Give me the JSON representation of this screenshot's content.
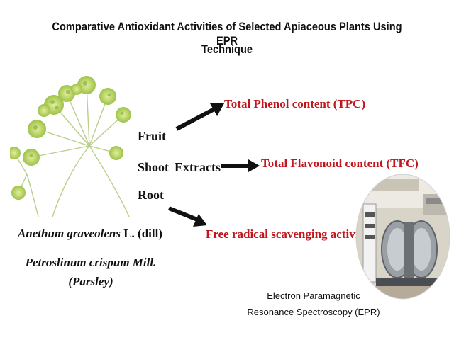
{
  "title": {
    "line1": "Comparative Antioxidant Activities of Selected Apiaceous Plants Using EPR",
    "line2": "Technique"
  },
  "plant_parts": [
    "Fruit",
    "Shoot",
    "Root"
  ],
  "extracts_label": "Extracts",
  "assays": {
    "tpc": "Total Phenol content (TPC)",
    "tfc": "Total Flavonoid content (TFC)",
    "radical": "Free radical scavenging activity"
  },
  "species": {
    "dill_name": "Anethum graveolens",
    "dill_authority": "L. (dill)",
    "parsley_line1": "Petroslinum crispum Mill.",
    "parsley_line2": "(Parsley)"
  },
  "epr": {
    "line1": "Electron Paramagnetic",
    "line2": "Resonance Spectroscopy (EPR)"
  },
  "colors": {
    "assay_text": "#c0161c",
    "arrow": "#111111"
  }
}
